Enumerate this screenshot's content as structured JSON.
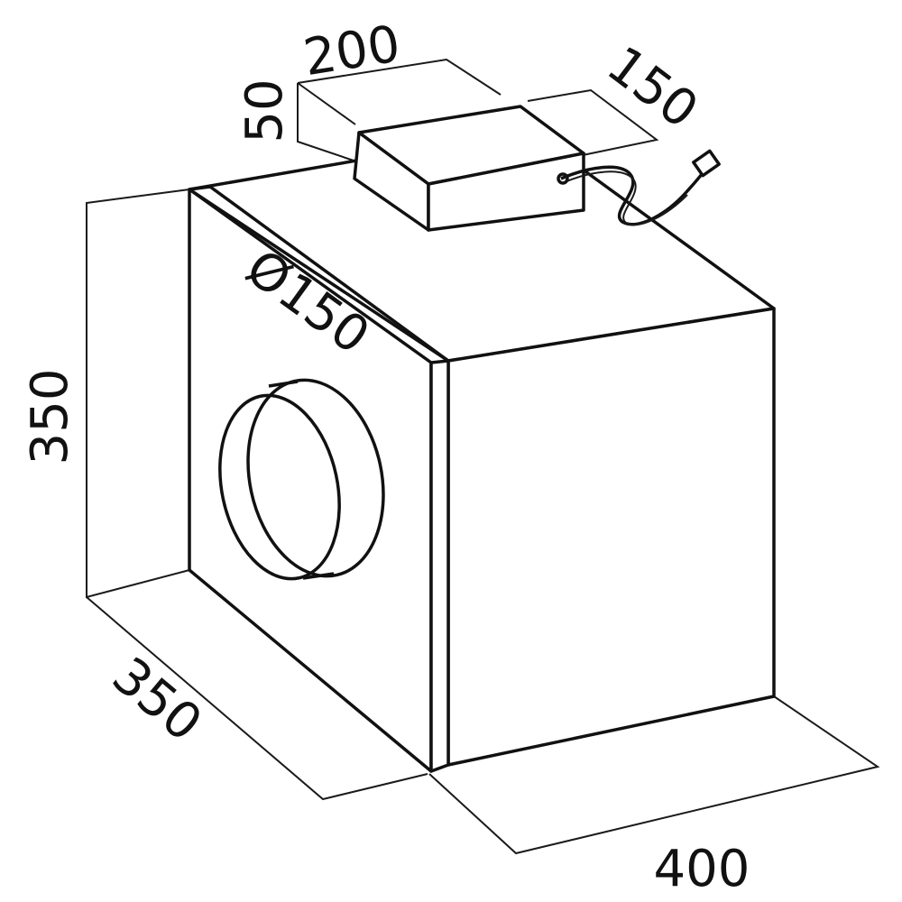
{
  "diagram": {
    "dimensions": {
      "height": "350",
      "depth": "350",
      "width": "400",
      "duct": "Ø150",
      "box_length": "200",
      "box_width": "150",
      "box_height": "50"
    },
    "colors": {
      "line": "#111111",
      "background": "#ffffff"
    }
  }
}
